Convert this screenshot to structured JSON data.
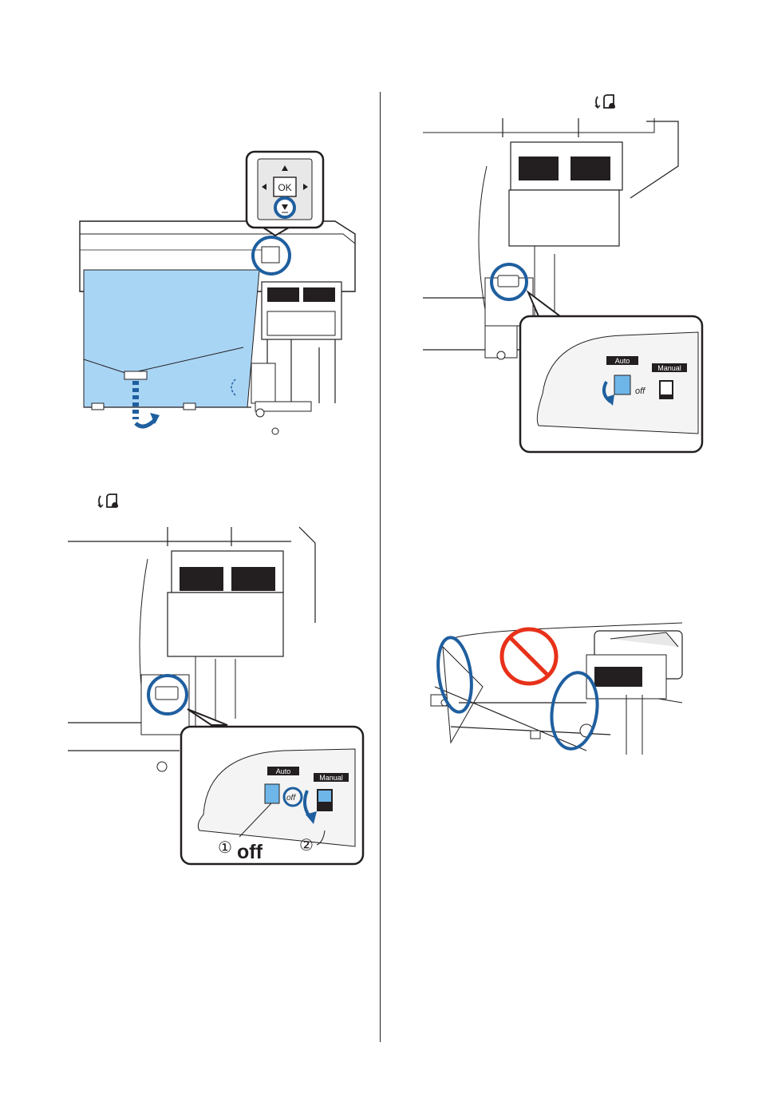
{
  "page": {
    "colors": {
      "highlight": "#1f5f9f",
      "media": "#a9d5f5",
      "switch": "#6eb6e8",
      "prohibit": "#e8311a"
    }
  },
  "panel": {
    "ok_label": "OK"
  },
  "switch_panel": {
    "auto_label": "Auto",
    "manual_label": "Manual",
    "off_label": "off"
  },
  "callouts": {
    "step1_num": "①",
    "step1_text": "off",
    "step2_num": "②"
  },
  "icons": {
    "takeup_inward": "takeup-printable-side-in-icon"
  }
}
